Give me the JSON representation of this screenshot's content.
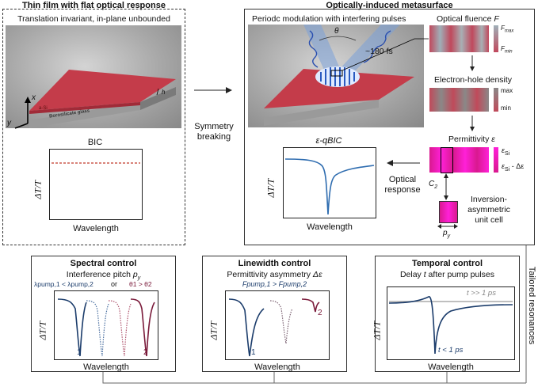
{
  "left_panel": {
    "title": "Thin film with flat optical response",
    "subtitle": "Translation invariant, in-plane unbounded",
    "film_label": "a-Si",
    "substrate_label": "Borosilicate glass",
    "axis_x": "x",
    "axis_y": "y",
    "thickness": "h",
    "plot_title": "BIC",
    "plot_ylabel": "ΔT/T",
    "plot_xlabel": "Wavelength"
  },
  "arrow_label": [
    "Symmetry",
    "breaking"
  ],
  "right_panel": {
    "title": "Optically-induced metasurface",
    "subtitle": "Periodc modulation with interfering pulses",
    "angle_label": "θ",
    "pulse_label": "~180 fs",
    "fluence_title": "Optical fluence ",
    "fluence_symbol": "F",
    "fluence_max": "F",
    "fluence_max_sub": "max",
    "fluence_min": "F",
    "fluence_min_sub": "min",
    "eh_title": "Electron-hole density",
    "eh_max": "max",
    "eh_min": "min",
    "perm_title": "Permittivity ",
    "perm_symbol": "ε",
    "perm_top": "ε",
    "perm_top_sub": "Si",
    "perm_bot": "ε",
    "perm_bot_sub": "Si",
    "perm_bot_tail": " - Δε",
    "c2_label": "C",
    "c2_sub": "2",
    "unit_cell_label": [
      "Inversion-",
      "asymmetric",
      "unit cell"
    ],
    "unit_cell_dim": "p",
    "unit_cell_dim_sub": "y",
    "optical_response": [
      "Optical",
      "response"
    ],
    "qbic_title": "ε-qBIC",
    "plot_ylabel": "ΔT/T",
    "plot_xlabel": "Wavelength"
  },
  "side_label": "Tailored resonances",
  "bottom": [
    {
      "title": "Spectral control",
      "subtitle_text": "Interference pitch ",
      "subtitle_sym": "p",
      "subtitle_sub": "y",
      "cond_left": "λpump,1 < λpump,2",
      "cond_or": "or",
      "cond_right": "θ1 > θ2",
      "marker1": "1",
      "marker2": "2",
      "ylabel": "ΔT/T",
      "xlabel": "Wavelength"
    },
    {
      "title": "Linewidth control",
      "subtitle_text": "Permittivity asymmetry ",
      "subtitle_sym": "Δε",
      "cond": "Fpump,1 > Fpump,2",
      "marker1": "1",
      "marker2": "2",
      "ylabel": "ΔT/T",
      "xlabel": "Wavelength"
    },
    {
      "title": "Temporal control",
      "subtitle_text": "Delay ",
      "subtitle_sym": "t",
      "subtitle_tail": " after pump pulses",
      "long_delay": "t >> 1 ps",
      "short_delay": "t < 1 ps",
      "ylabel": "ΔT/T",
      "xlabel": "Wavelength"
    }
  ],
  "colors": {
    "navy": "#1b3c6b",
    "steel": "#2f6db0",
    "maroon": "#7a1a3a",
    "rose": "#b0556e",
    "magenta": "#e020c8",
    "film": "#c43c4a",
    "bic_line": "#c0392b"
  }
}
